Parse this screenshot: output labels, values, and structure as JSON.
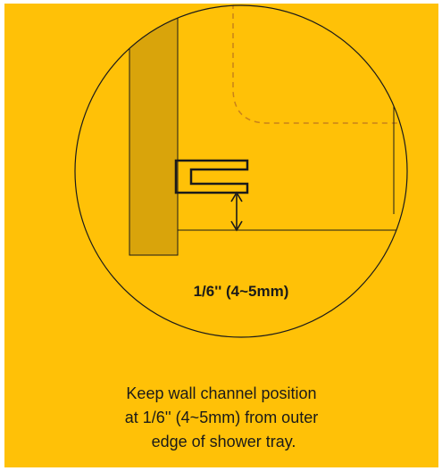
{
  "diagram": {
    "measurement_label": "1/6'' (4~5mm)"
  },
  "caption": {
    "line1": "Keep wall channel position",
    "line2": "at 1/6'' (4~5mm) from outer",
    "line3": " edge of shower tray."
  },
  "colors": {
    "background": "#ffc107",
    "wall": "#d9a40b",
    "stroke": "#1a1a1a",
    "dashed": "#c9821a"
  }
}
